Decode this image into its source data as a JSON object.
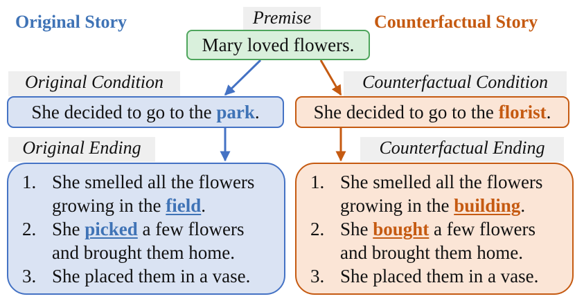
{
  "colors": {
    "original": "#3f73b6",
    "counterfactual": "#c55a11",
    "premise_fill": "#d9f0dc",
    "premise_border": "#4ea55c",
    "original_fill": "#dae3f3",
    "original_border": "#4472c4",
    "counterfactual_fill": "#fbe5d6",
    "counterfactual_border": "#c55a11",
    "label_bg": "#efefef"
  },
  "premise": {
    "label": "Premise",
    "text": "Mary loved flowers."
  },
  "original": {
    "title": "Original Story",
    "condition_label": "Original Condition",
    "condition": {
      "prefix": "She decided to go to the ",
      "keyword": "park",
      "suffix": "."
    },
    "ending_label": "Original Ending",
    "ending": [
      {
        "num": "1.",
        "line1": "She smelled all the flowers",
        "line2_prefix": "growing in the ",
        "keyword": "field",
        "line2_suffix": "."
      },
      {
        "num": "2.",
        "line1_prefix": "She ",
        "keyword": "picked",
        "line1_suffix": " a few flowers",
        "line2": "and brought them home."
      },
      {
        "num": "3.",
        "text": "She placed them in a vase."
      }
    ]
  },
  "counterfactual": {
    "title": "Counterfactual Story",
    "condition_label": "Counterfactual Condition",
    "condition": {
      "prefix": "She decided to go to the ",
      "keyword": "florist",
      "suffix": "."
    },
    "ending_label": "Counterfactual Ending",
    "ending": [
      {
        "num": "1.",
        "line1": "She smelled all the flowers",
        "line2_prefix": "growing in the ",
        "keyword": "building",
        "line2_suffix": "."
      },
      {
        "num": "2.",
        "line1_prefix": "She ",
        "keyword": "bought",
        "line1_suffix": " a few flowers",
        "line2": "and brought them home."
      },
      {
        "num": "3.",
        "text": "She placed them in a vase."
      }
    ]
  }
}
